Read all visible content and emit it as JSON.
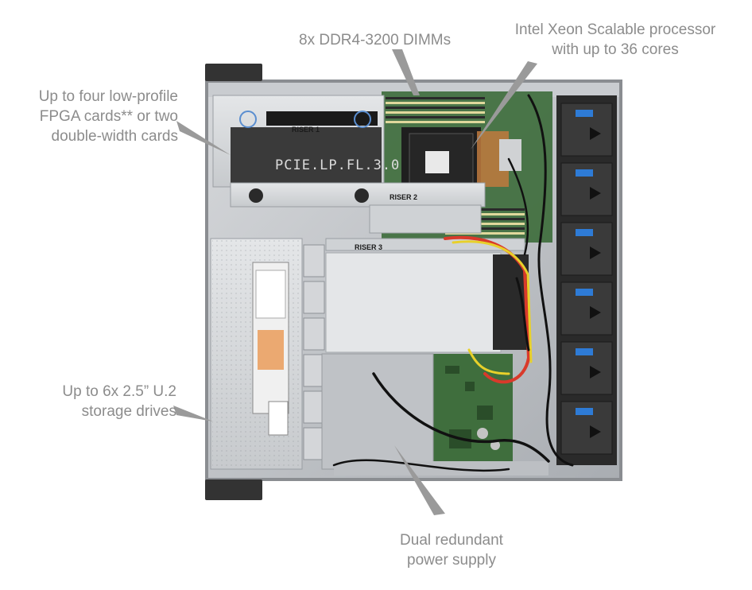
{
  "callouts": {
    "fpga": {
      "lines": [
        "Up to four low-profile",
        "FPGA cards** or two",
        "double-width cards"
      ]
    },
    "dimms": {
      "lines": [
        "8x DDR4-3200 DIMMs"
      ]
    },
    "cpu": {
      "lines": [
        "Intel Xeon Scalable processor",
        "with up to 36 cores"
      ]
    },
    "drives": {
      "lines": [
        "Up to 6x 2.5” U.2",
        "storage drives"
      ]
    },
    "psu": {
      "lines": [
        "Dual redundant",
        "power supply"
      ]
    }
  },
  "server": {
    "riser_1": "RISER 1",
    "riser_2": "RISER 2",
    "riser_3": "RISER 3",
    "pcie_marking": "PCIE.LP.FL.3.0"
  },
  "colors": {
    "callout_text": "#8c8c8c",
    "chassis": "#b9bcc0",
    "fan_accent": "#2e7bd6",
    "pcb_green": "#3c6b3a",
    "cable_red": "#d93a2b",
    "cable_yellow": "#e8d02a",
    "cpu_copper": "#c07a3e"
  }
}
